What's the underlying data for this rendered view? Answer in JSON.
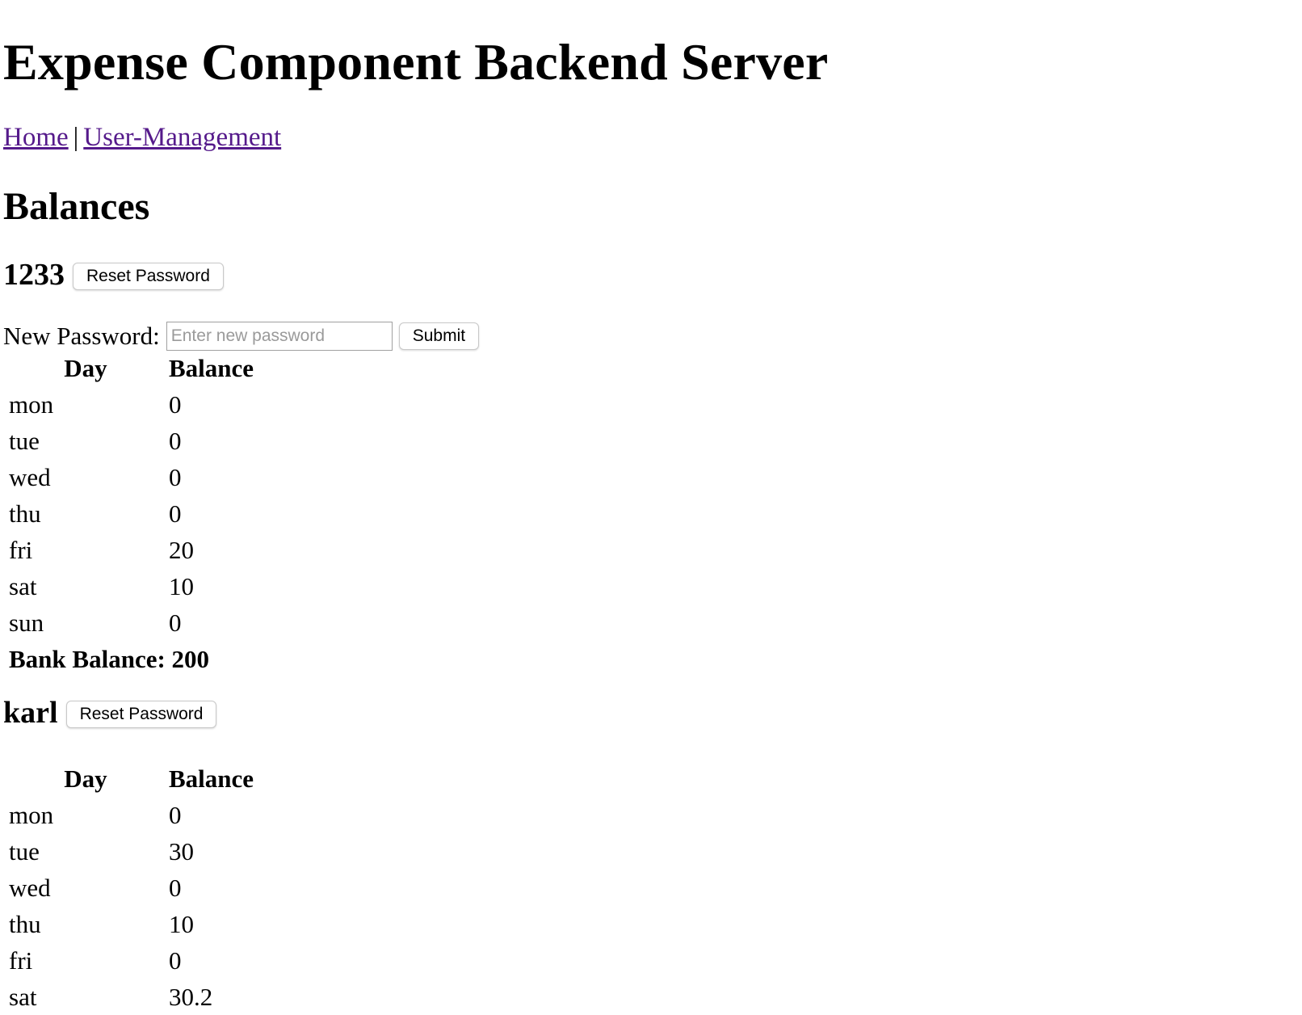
{
  "title": "Expense Component Backend Server",
  "nav": {
    "home": "Home",
    "separator": "|",
    "user_management": "User-Management"
  },
  "section_title": "Balances",
  "reset_label": "Reset Password",
  "password_form": {
    "label": "New Password:",
    "placeholder": "Enter new password",
    "submit": "Submit"
  },
  "table_headers": {
    "day": "Day",
    "balance": "Balance"
  },
  "users": [
    {
      "name": "1233",
      "rows": [
        {
          "day": "mon",
          "balance": "0"
        },
        {
          "day": "tue",
          "balance": "0"
        },
        {
          "day": "wed",
          "balance": "0"
        },
        {
          "day": "thu",
          "balance": "0"
        },
        {
          "day": "fri",
          "balance": "20"
        },
        {
          "day": "sat",
          "balance": "10"
        },
        {
          "day": "sun",
          "balance": "0"
        }
      ],
      "bank_balance": "Bank Balance: 200"
    },
    {
      "name": "karl",
      "rows": [
        {
          "day": "mon",
          "balance": "0"
        },
        {
          "day": "tue",
          "balance": "30"
        },
        {
          "day": "wed",
          "balance": "0"
        },
        {
          "day": "thu",
          "balance": "10"
        },
        {
          "day": "fri",
          "balance": "0"
        },
        {
          "day": "sat",
          "balance": "30.2"
        }
      ]
    }
  ]
}
